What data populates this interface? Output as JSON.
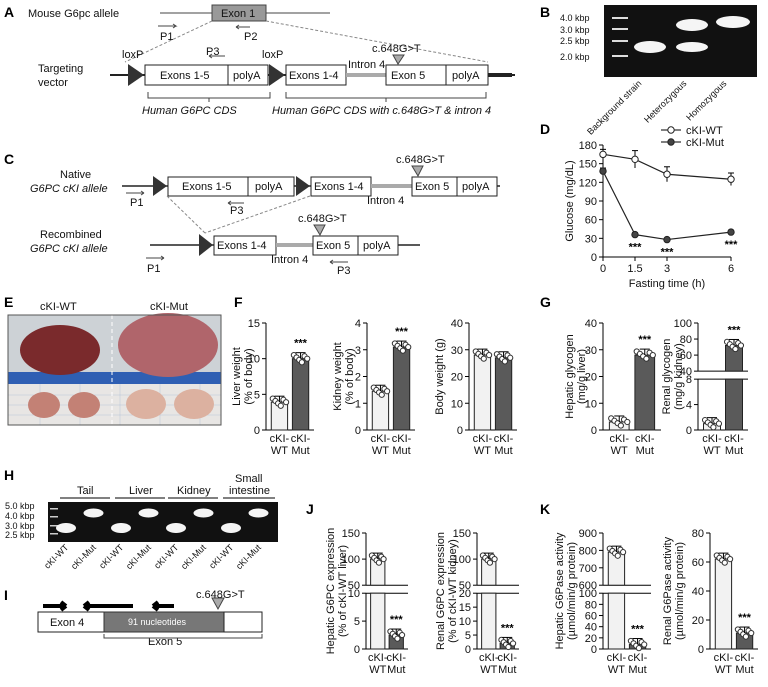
{
  "panel_labels": [
    "A",
    "B",
    "C",
    "D",
    "E",
    "F",
    "G",
    "H",
    "I",
    "J",
    "K"
  ],
  "panelA": {
    "allele_label": "Mouse G6pc allele",
    "exon1": "Exon 1",
    "p1": "P1",
    "p2": "P2",
    "p3": "P3",
    "targeting_line1": "Targeting",
    "targeting_line2": "vector",
    "loxp1": "loxP",
    "loxp2": "loxP",
    "exons15": "Exons 1-5",
    "polyA": "polyA",
    "exons14": "Exons 1-4",
    "intron4": "Intron 4",
    "exon5": "Exon 5",
    "mutation": "c.648G>T",
    "cds1": "Human G6PC CDS",
    "cds2": "Human G6PC CDS with c.648G>T & intron 4"
  },
  "panelB": {
    "ladder": [
      "4.0 kbp",
      "3.0 kbp",
      "2.5 kbp",
      "2.0 kbp"
    ],
    "lanes": [
      "Background strain",
      "Heterozygous",
      "Homozygous"
    ]
  },
  "panelC": {
    "native_1": "Native",
    "native_2": "G6PC cKI allele",
    "recomb_1": "Recombined",
    "recomb_2": "G6PC cKI allele",
    "p1": "P1",
    "p3": "P3",
    "exons15": "Exons 1-5",
    "polyA": "polyA",
    "exons14": "Exons 1-4",
    "intron4": "Intron 4",
    "exon5": "Exon 5",
    "mutation": "c.648G>T"
  },
  "panelE": {
    "wt": "cKI-WT",
    "mut": "cKI-Mut"
  },
  "panelH": {
    "ladder": [
      "5.0 kbp",
      "4.0 kbp",
      "3.0 kbp",
      "2.5 kbp"
    ],
    "tissues": [
      "Tail",
      "Liver",
      "Kidney",
      "Small intestine"
    ],
    "tissue_small1": "Small",
    "tissue_small2": "intestine",
    "lanes": [
      "cKI-WT",
      "cKI-Mut",
      "cKI-WT",
      "cKI-Mut",
      "cKI-WT",
      "cKI-Mut",
      "cKI-WT",
      "cKI-Mut"
    ]
  },
  "panelI": {
    "exon4": "Exon 4",
    "nt": "91 nucleotides",
    "exon5": "Exon 5",
    "mutation": "c.648G>T"
  },
  "groups": [
    "cKI-WT",
    "cKI-Mut"
  ],
  "group_line1": "cKI-",
  "group_wt_line2": "WT",
  "group_mut_line2": "Mut",
  "sig": "***",
  "chart_data": [
    {
      "id": "D",
      "type": "line",
      "xlabel": "Fasting time (h)",
      "ylabel": "Glucose (mg/dL)",
      "x": [
        0,
        1.5,
        3,
        6
      ],
      "xticks": [
        "0",
        "1.5",
        "3",
        "6"
      ],
      "ylim": [
        0,
        180
      ],
      "yticks": [
        "0",
        "30",
        "60",
        "90",
        "120",
        "150",
        "180"
      ],
      "legend": "top-right",
      "series": [
        {
          "name": "cKI-WT",
          "values": [
            165,
            157,
            133,
            125
          ],
          "err": [
            8,
            14,
            12,
            10
          ],
          "marker": "open"
        },
        {
          "name": "cKI-Mut",
          "values": [
            138,
            36,
            28,
            40
          ],
          "err": [
            5,
            3,
            2,
            3
          ],
          "marker": "filled"
        }
      ],
      "annotations": [
        "***",
        "***",
        "***"
      ]
    },
    {
      "id": "F1",
      "type": "bar",
      "ylabel": "Liver weight (% of body)",
      "categories": [
        "cKI-WT",
        "cKI-Mut"
      ],
      "values": [
        3.9,
        10.0
      ],
      "ylim": [
        0,
        15
      ],
      "yticks": [
        "0",
        "5",
        "10",
        "15"
      ],
      "annotation": "***"
    },
    {
      "id": "F2",
      "type": "bar",
      "ylabel": "Kidney weight (% of body)",
      "categories": [
        "cKI-WT",
        "cKI-Mut"
      ],
      "values": [
        1.45,
        3.1
      ],
      "ylim": [
        0,
        4
      ],
      "yticks": [
        "0",
        "1",
        "2",
        "3",
        "4"
      ],
      "annotation": "***"
    },
    {
      "id": "F3",
      "type": "bar",
      "ylabel": "Body weight (g)",
      "categories": [
        "cKI-WT",
        "cKI-Mut"
      ],
      "values": [
        28,
        27
      ],
      "ylim": [
        0,
        40
      ],
      "yticks": [
        "0",
        "10",
        "20",
        "30",
        "40"
      ]
    },
    {
      "id": "G1",
      "type": "bar",
      "ylabel": "Hepatic glycogen (mg/g liver)",
      "categories": [
        "cKI-WT",
        "cKI-Mut"
      ],
      "values": [
        3,
        28
      ],
      "ylim": [
        0,
        40
      ],
      "yticks": [
        "0",
        "10",
        "20",
        "30",
        "40"
      ],
      "annotation": "***"
    },
    {
      "id": "G2",
      "type": "bar",
      "ylabel": "Renal glycogen (mg/g kidney)",
      "categories": [
        "cKI-WT",
        "cKI-Mut"
      ],
      "values": [
        1,
        72
      ],
      "broken_axis": true,
      "yticks_low": [
        "0",
        "4",
        "8"
      ],
      "yticks_high": [
        "40",
        "60",
        "80",
        "100"
      ],
      "annotation": "***"
    },
    {
      "id": "J1",
      "type": "bar",
      "ylabel": "Hepatic G6PC expression (% of cKI-WT liver)",
      "categories": [
        "cKI-WT",
        "cKI-Mut"
      ],
      "values": [
        100,
        2.5
      ],
      "broken_axis": true,
      "yticks_low": [
        "0",
        "5",
        "10"
      ],
      "yticks_high": [
        "50",
        "100",
        "150"
      ],
      "annotation": "***"
    },
    {
      "id": "J2",
      "type": "bar",
      "ylabel": "Renal G6PC expression (% of cKI-WT kidney)",
      "categories": [
        "cKI-WT",
        "cKI-Mut"
      ],
      "values": [
        100,
        2
      ],
      "broken_axis": true,
      "yticks_low": [
        "0",
        "5",
        "10",
        "15",
        "20"
      ],
      "yticks_high": [
        "50",
        "100",
        "150"
      ],
      "annotation": "***"
    },
    {
      "id": "K1",
      "type": "bar",
      "ylabel": "Hepatic G6Pase activity (µmol/min/g protein)",
      "categories": [
        "cKI-WT",
        "cKI-Mut"
      ],
      "values": [
        790,
        8
      ],
      "broken_axis": true,
      "yticks_low": [
        "0",
        "20",
        "40",
        "60",
        "80",
        "100"
      ],
      "yticks_high": [
        "600",
        "700",
        "800",
        "900"
      ],
      "annotation": "***"
    },
    {
      "id": "K2",
      "type": "bar",
      "ylabel": "Renal G6Pase activity (µmol/min/g protein)",
      "categories": [
        "cKI-WT",
        "cKI-Mut"
      ],
      "values": [
        62,
        11
      ],
      "ylim": [
        0,
        80
      ],
      "yticks": [
        "0",
        "20",
        "40",
        "60",
        "80"
      ],
      "annotation": "***"
    }
  ],
  "colors": {
    "wt_bar": "#f2f2f2",
    "mut_bar": "#5a5a5a",
    "gel_bg": "#111111",
    "band": "#f5f5f5"
  }
}
